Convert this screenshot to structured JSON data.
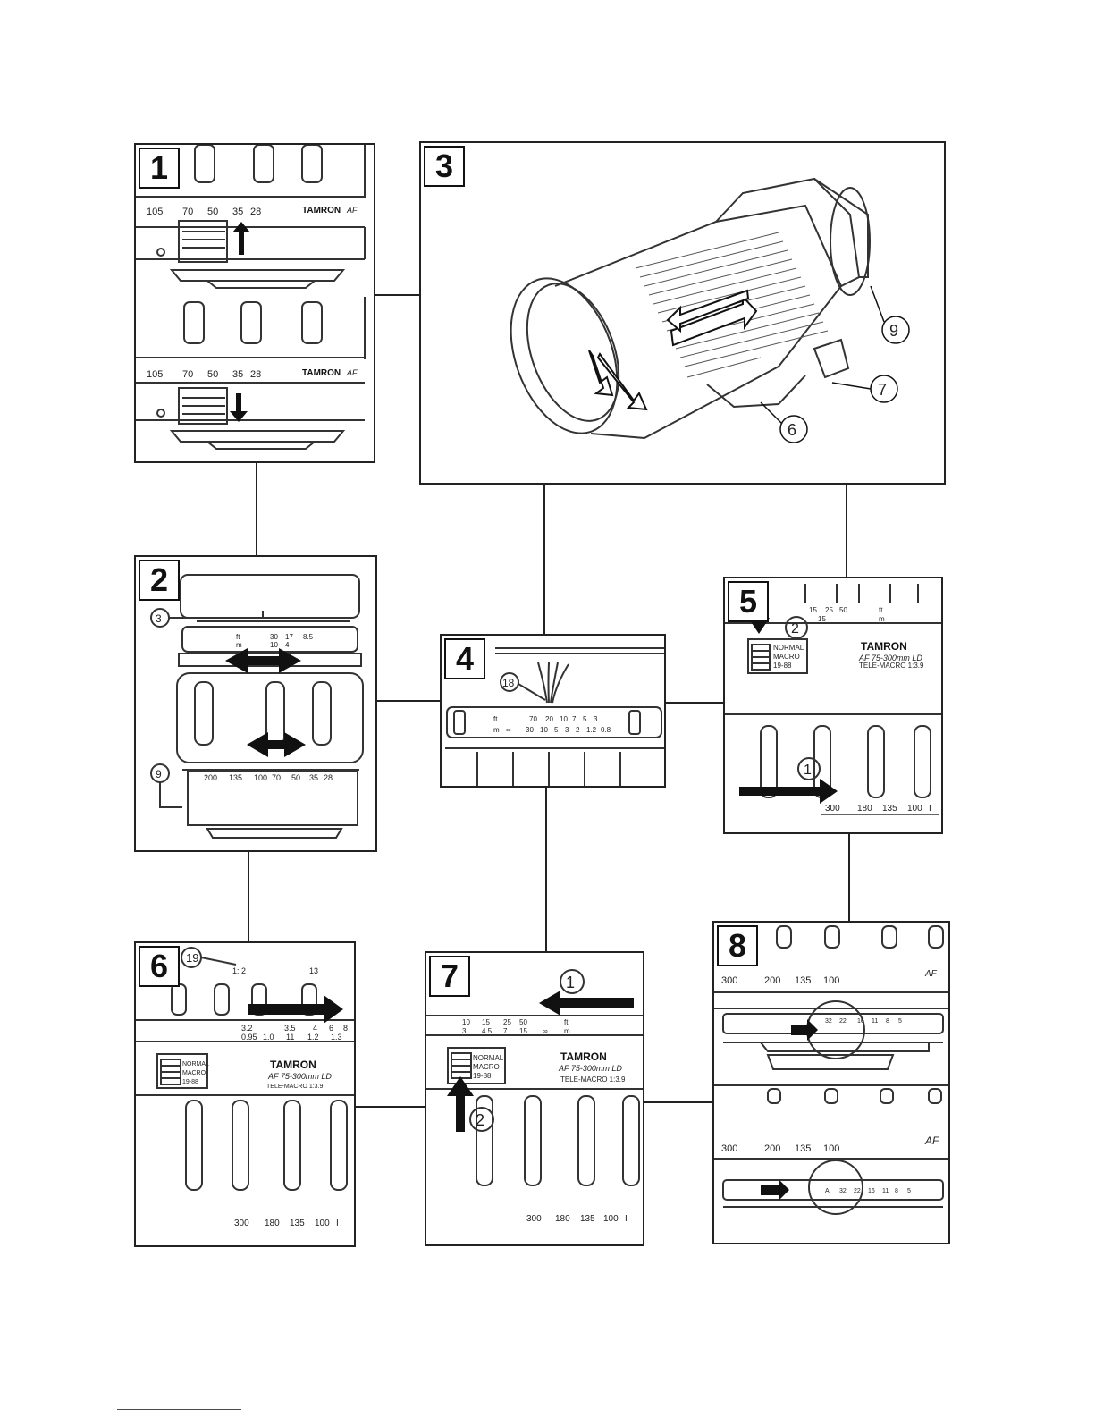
{
  "panels": [
    {
      "number": "1",
      "scale": [
        "105",
        "70",
        "50",
        "35",
        "28"
      ],
      "brand": "TAMRON",
      "brand_suffix": "AF"
    },
    {
      "number": "2",
      "callouts": [
        "3",
        "9"
      ],
      "top_marks": [
        "ft",
        "m",
        "30",
        "10",
        "17",
        "4",
        "8.5"
      ],
      "scale": [
        "200",
        "135",
        "100",
        "70",
        "50",
        "35",
        "28"
      ]
    },
    {
      "number": "3",
      "callouts": [
        "9",
        "7",
        "6"
      ]
    },
    {
      "number": "4",
      "callout": "18",
      "row_ft": [
        "ft",
        "70",
        "20",
        "10",
        "7",
        "5",
        "3"
      ],
      "row_m": [
        "m",
        "∞",
        "30",
        "10",
        "5",
        "3",
        "2",
        "1.2",
        "0.8"
      ]
    },
    {
      "number": "5",
      "callouts": [
        "2",
        "1"
      ],
      "top_marks": [
        "15",
        "25",
        "50",
        "ft",
        "15",
        "m"
      ],
      "switch": [
        "NORMAL",
        "MACRO",
        "19-88"
      ],
      "brand": "TAMRON",
      "model": "AF 75-300mm LD",
      "tele_macro": "TELE-MACRO 1:3.9",
      "scale": [
        "300",
        "180",
        "135",
        "100",
        "I"
      ]
    },
    {
      "number": "6",
      "callout": "19",
      "ratio_top": [
        "1: 2",
        "13"
      ],
      "marks": [
        "3.2",
        "3.5",
        "4",
        "6",
        "8",
        "0.95",
        "1.0",
        "11",
        "1.2",
        "1.3"
      ],
      "switch": [
        "NORMAL",
        "MACRO",
        "19-88"
      ],
      "brand": "TAMRON",
      "model": "AF 75-300mm LD",
      "tele_macro": "TELE-MACRO 1:3.9",
      "scale": [
        "300",
        "180",
        "135",
        "100",
        "I"
      ]
    },
    {
      "number": "7",
      "callouts": [
        "1",
        "2"
      ],
      "marks": [
        "10",
        "15",
        "25",
        "50",
        "ft",
        "3",
        "4.5",
        "7",
        "15",
        "∞",
        "m"
      ],
      "switch": [
        "NORMAL",
        "MACRO",
        "19-88"
      ],
      "brand": "TAMRON",
      "model": "AF 75-300mm LD",
      "tele_macro": "TELE-MACRO 1:3.9",
      "scale": [
        "300",
        "180",
        "135",
        "100",
        "I"
      ]
    },
    {
      "number": "8",
      "scale": [
        "300",
        "200",
        "135",
        "100"
      ],
      "brand_suffix": "AF",
      "aperture_top": [
        "32",
        "22",
        "16",
        "11",
        "8",
        "5"
      ],
      "aperture_bottom": [
        "A",
        "32",
        "22",
        "16",
        "11",
        "8",
        "5"
      ]
    }
  ]
}
